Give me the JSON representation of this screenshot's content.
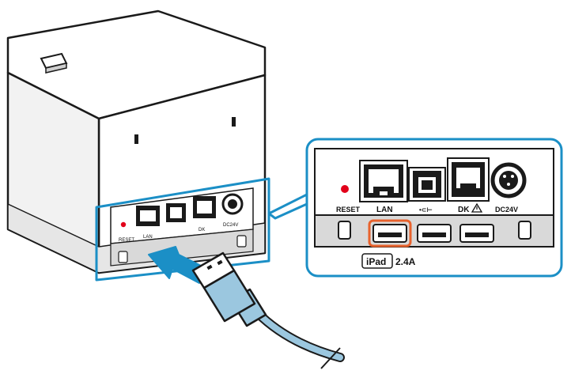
{
  "labels": {
    "reset": "RESET",
    "lan": "LAN",
    "usb_symbol": "•⊂⊢",
    "dk": "DK",
    "dc24v": "DC24V",
    "ipad": "iPad",
    "current": "2.4A"
  },
  "colors": {
    "accent": "#1b8fc6",
    "highlight": "#e8622d",
    "cable": "#9bc7df",
    "reset_dot": "#e2001a",
    "device_body": "#ffffff",
    "device_panel": "#d9d9d9",
    "outline": "#1a1a1a"
  },
  "icons": {
    "warning": "warning-triangle-icon",
    "arrow": "insert-direction-arrow"
  }
}
